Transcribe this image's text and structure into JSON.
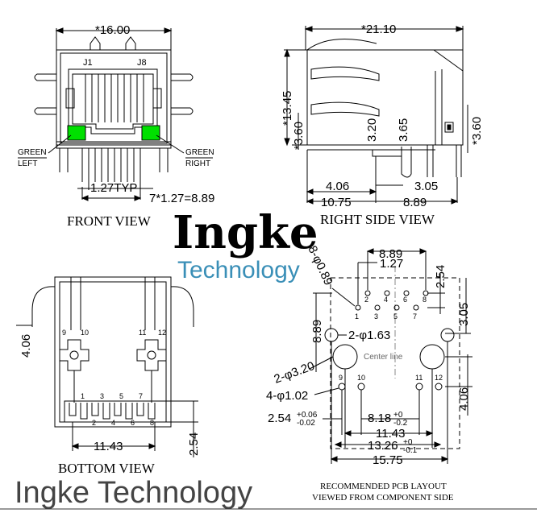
{
  "front": {
    "width": "*16.00",
    "pin_left": "J1",
    "pin_right": "J8",
    "led_left": [
      "GREEN",
      "LEFT"
    ],
    "led_right": [
      "GREEN",
      "RIGHT"
    ],
    "pitch": "1.27TYP",
    "span": "7*1.27=8.89",
    "title": "FRONT VIEW"
  },
  "side": {
    "length": "*21.10",
    "height": "*13.45",
    "left_h": "*3.60",
    "right_h": "*3.60",
    "d1": "3.20",
    "d2": "3.65",
    "a": "4.06",
    "b": "3.05",
    "c": "10.75",
    "d": "8.89",
    "title": "RIGHT SIDE VIEW"
  },
  "bottom": {
    "side": "4.06",
    "pins_top": [
      "9",
      "10",
      "11",
      "12"
    ],
    "pins_bottom": [
      "1",
      "2",
      "3",
      "4",
      "5",
      "6",
      "7",
      "8"
    ],
    "width": "11.43",
    "height": "2.54",
    "title": "BOTTOM VIEW"
  },
  "pcb": {
    "holes": "8-φ0.89",
    "span": "8.89",
    "pitch": "1.27",
    "row": "2.54",
    "top_right": "3.05",
    "left_v": "8.89",
    "small": "2-φ1.63",
    "center": "Center line",
    "big": "2-φ3.20",
    "led": "4-φ1.02",
    "led_pitch": "2.54",
    "led_tol_plus": "+0.06",
    "led_tol_minus": "-0.02",
    "led_span": "8.18",
    "led_span_plus": "+0",
    "led_span_minus": "-0.2",
    "width1": "11.43",
    "width2": "13.26",
    "width2_plus": "+0",
    "width2_minus": "-0.1",
    "width3": "15.75",
    "right_v": "4.06",
    "pins": [
      "1",
      "2",
      "3",
      "4",
      "5",
      "6",
      "7",
      "8"
    ],
    "led_pins": [
      "9",
      "10",
      "11",
      "12"
    ],
    "note1": "RECOMMENDED PCB LAYOUT",
    "note2": "VIEWED FROM COMPONENT SIDE"
  },
  "brand": {
    "name": "Ingke",
    "sub": "Technology",
    "footer": "Ingke Technology"
  },
  "colors": {
    "led": "#00e000",
    "brand_blue": "#3a8fb7"
  }
}
